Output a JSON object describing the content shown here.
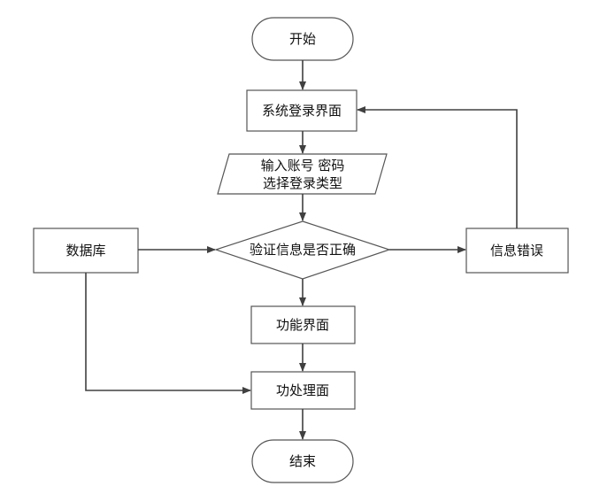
{
  "nodes": {
    "start": "开始",
    "login_ui": "系统登录界面",
    "input_line1": "输入账号 密码",
    "input_line2": "选择登录类型",
    "verify": "验证信息是否正确",
    "database": "数据库",
    "error": "信息错误",
    "function_ui": "功能界面",
    "processing_ui": "功处理面",
    "end": "结束"
  }
}
